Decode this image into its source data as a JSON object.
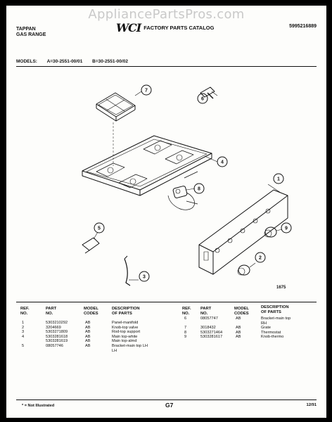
{
  "watermark": "AppliancePartsPros.com",
  "header": {
    "brand_line1": "TAPPAN",
    "brand_line2": "GAS RANGE",
    "logo": "WCI",
    "catalog_title": "FACTORY PARTS CATALOG",
    "doc_number": "5995216889"
  },
  "models": {
    "label": "MODELS:",
    "a": "A=30-2551-00/01",
    "b": "B=30-2551-00/02"
  },
  "callouts": [
    "1",
    "2",
    "3",
    "4",
    "5",
    "6",
    "7",
    "8",
    "9"
  ],
  "figure_number": "1675",
  "table": {
    "headers": {
      "ref": [
        "REF.",
        "NO."
      ],
      "part": [
        "PART",
        "NO."
      ],
      "model": [
        "MODEL",
        "CODES"
      ],
      "desc": [
        "DESCRIPTION",
        "OF PARTS"
      ]
    },
    "left_rows": [
      {
        "ref": "1",
        "part": "5303210292",
        "model": "AB",
        "desc": "Panel-manifold"
      },
      {
        "ref": "2",
        "part": "3204669",
        "model": "AB",
        "desc": "Knob-top valve"
      },
      {
        "ref": "3",
        "part": "5303271809",
        "model": "AB",
        "desc": "Rod-top support"
      },
      {
        "ref": "4",
        "part": "5303281618",
        "model": "AB",
        "desc": "Main top-white"
      },
      {
        "ref": "",
        "part": "5303281619",
        "model": "AB",
        "desc": "Main top-almd"
      },
      {
        "ref": "5",
        "part": "08057746",
        "model": "AB",
        "desc": "Bracket-main top LH"
      },
      {
        "ref": "",
        "part": "",
        "model": "",
        "desc": "LH"
      }
    ],
    "right_rows": [
      {
        "ref": "6",
        "part": "08057747",
        "model": "AB",
        "desc": "Bracket-main top"
      },
      {
        "ref": "",
        "part": "",
        "model": "",
        "desc": "RH"
      },
      {
        "ref": "7",
        "part": "3018432",
        "model": "AB",
        "desc": "Grate"
      },
      {
        "ref": "8",
        "part": "5303271464",
        "model": "AB",
        "desc": "Thermostat"
      },
      {
        "ref": "9",
        "part": "5303281617",
        "model": "AB",
        "desc": "Knob-thermo"
      }
    ]
  },
  "footer": {
    "note": "* = Not Illustrated",
    "page": "G7",
    "date": "12/91"
  }
}
